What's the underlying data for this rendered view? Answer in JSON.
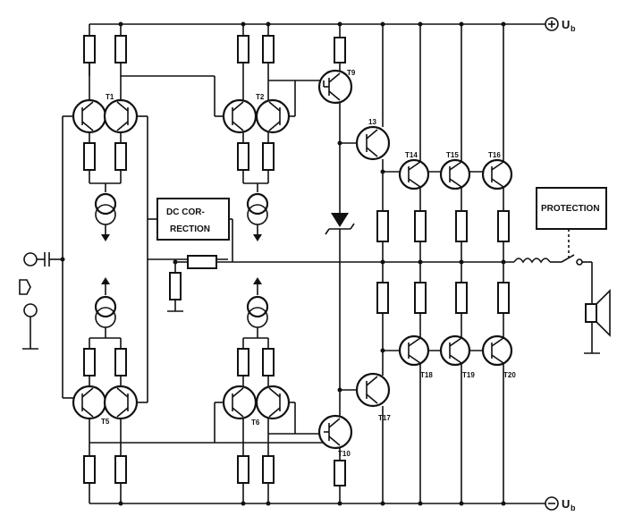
{
  "supply": {
    "positive_label": "U",
    "positive_sub": "b",
    "negative_label": "U",
    "negative_sub": "b"
  },
  "boxes": {
    "dc_correction_line1": "DC COR-",
    "dc_correction_line2": "RECTION",
    "protection": "PROTECTION"
  },
  "transistors": {
    "t1": "T1",
    "t2": "T2",
    "t5": "T5",
    "t6": "T6",
    "t9": "T9",
    "t10": "T10",
    "t13": "13",
    "t14": "T14",
    "t15": "T15",
    "t16": "T16",
    "t17": "T17",
    "t18": "T18",
    "t19": "T19",
    "t20": "T20"
  },
  "colors": {
    "ink": "#111111",
    "paper": "#ffffff"
  }
}
